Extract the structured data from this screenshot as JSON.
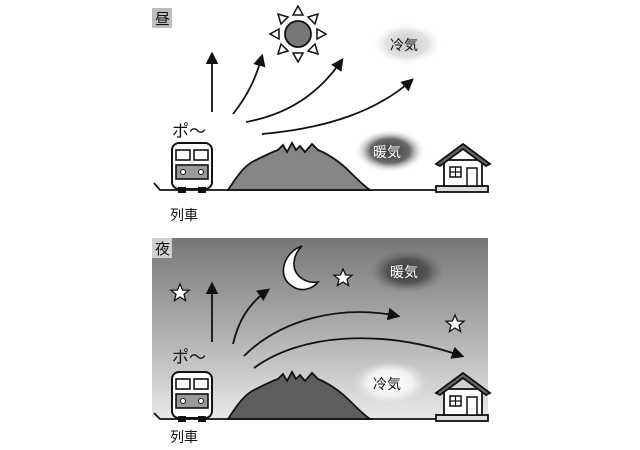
{
  "day": {
    "tag": "昼",
    "cold_air": "冷気",
    "warm_air": "暖気",
    "sound": "ポ〜",
    "train": "列車"
  },
  "night": {
    "tag": "夜",
    "cold_air": "冷気",
    "warm_air": "暖気",
    "sound": "ポ〜",
    "train": "列車"
  },
  "icons": {
    "sun": "sun-icon",
    "moon": "crescent-moon-icon",
    "star": "star-icon",
    "train": "train-icon",
    "house": "house-icon",
    "mountain": "mountain-icon"
  },
  "colors": {
    "night_sky_top": "#7a7a7a",
    "night_sky_bottom": "#e6e6e6",
    "mountain": "#808080",
    "mountain_night": "#5e5e5e",
    "warm_glow": "#4a4a4a",
    "cold_glow": "#d8d8d8",
    "ink": "#111111"
  }
}
